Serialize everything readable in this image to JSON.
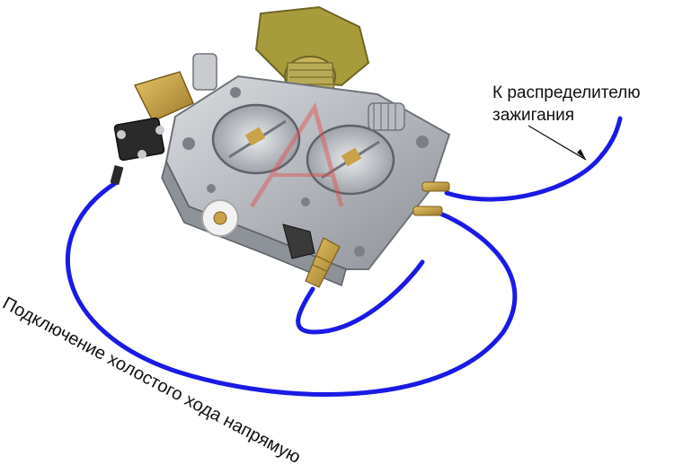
{
  "labels": {
    "distributor_line1": "К распределителю",
    "distributor_line2": "зажигания",
    "idle_connection": "Подключение холостого хода напрямую"
  },
  "colors": {
    "hose": "#1a1ae6",
    "body_metal": "#b9bcc0",
    "brass": "#c9a24a",
    "watermark": "#e05050",
    "text": "#111111"
  }
}
